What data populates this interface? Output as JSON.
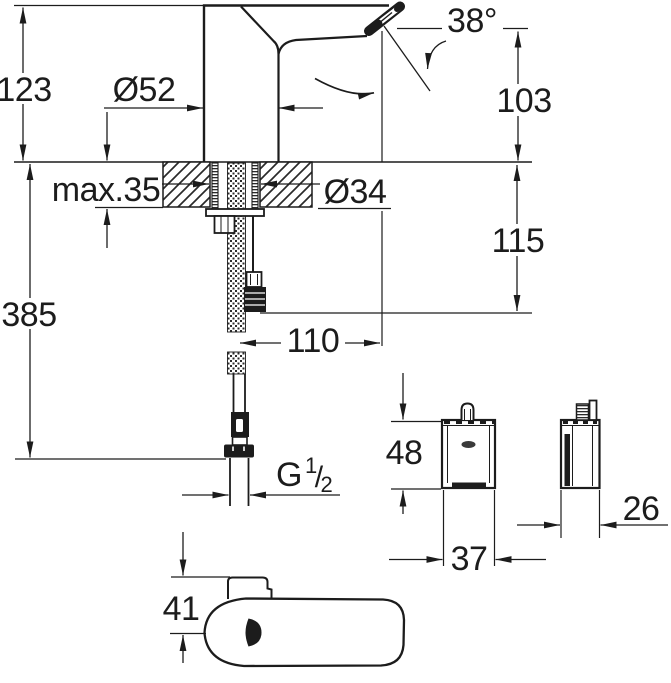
{
  "drawing": {
    "type": "technical-dimension-drawing",
    "subject": "electronic basin faucet with control box",
    "line_color": "#1c1c1c",
    "background": "#ffffff"
  },
  "dimensions": {
    "height_above_deck": "123",
    "base_diameter": "Ø52",
    "spout_angle": "38°",
    "outlet_height": "103",
    "deck_thickness": "max.35",
    "hole_diameter": "Ø34",
    "height_below_deck": "115",
    "hose_length": "385",
    "spout_reach": "110",
    "thread_g": "G",
    "thread_num": "1",
    "thread_slash": "/",
    "thread_den": "2",
    "box_height": "48",
    "box_width": "37",
    "box_depth": "26",
    "spout_tip_offset": "41"
  }
}
